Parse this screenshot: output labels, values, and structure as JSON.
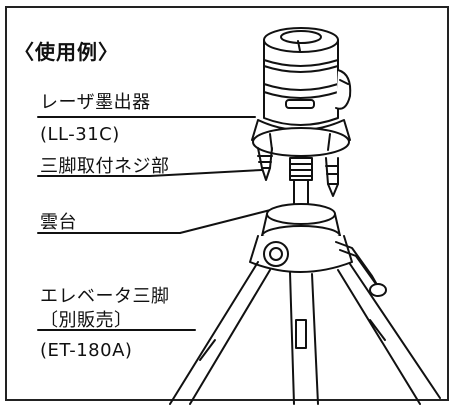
{
  "heading": "〈使用例〉",
  "labels": {
    "laser": "レーザ墨出器",
    "laser_model": "(LL-31C)",
    "screw": "三脚取付ネジ部",
    "pan_head": "雲台",
    "elevator": "エレベータ三脚",
    "sold_separately": "〔別販売〕",
    "elevator_model": "(ET-180A)"
  }
}
